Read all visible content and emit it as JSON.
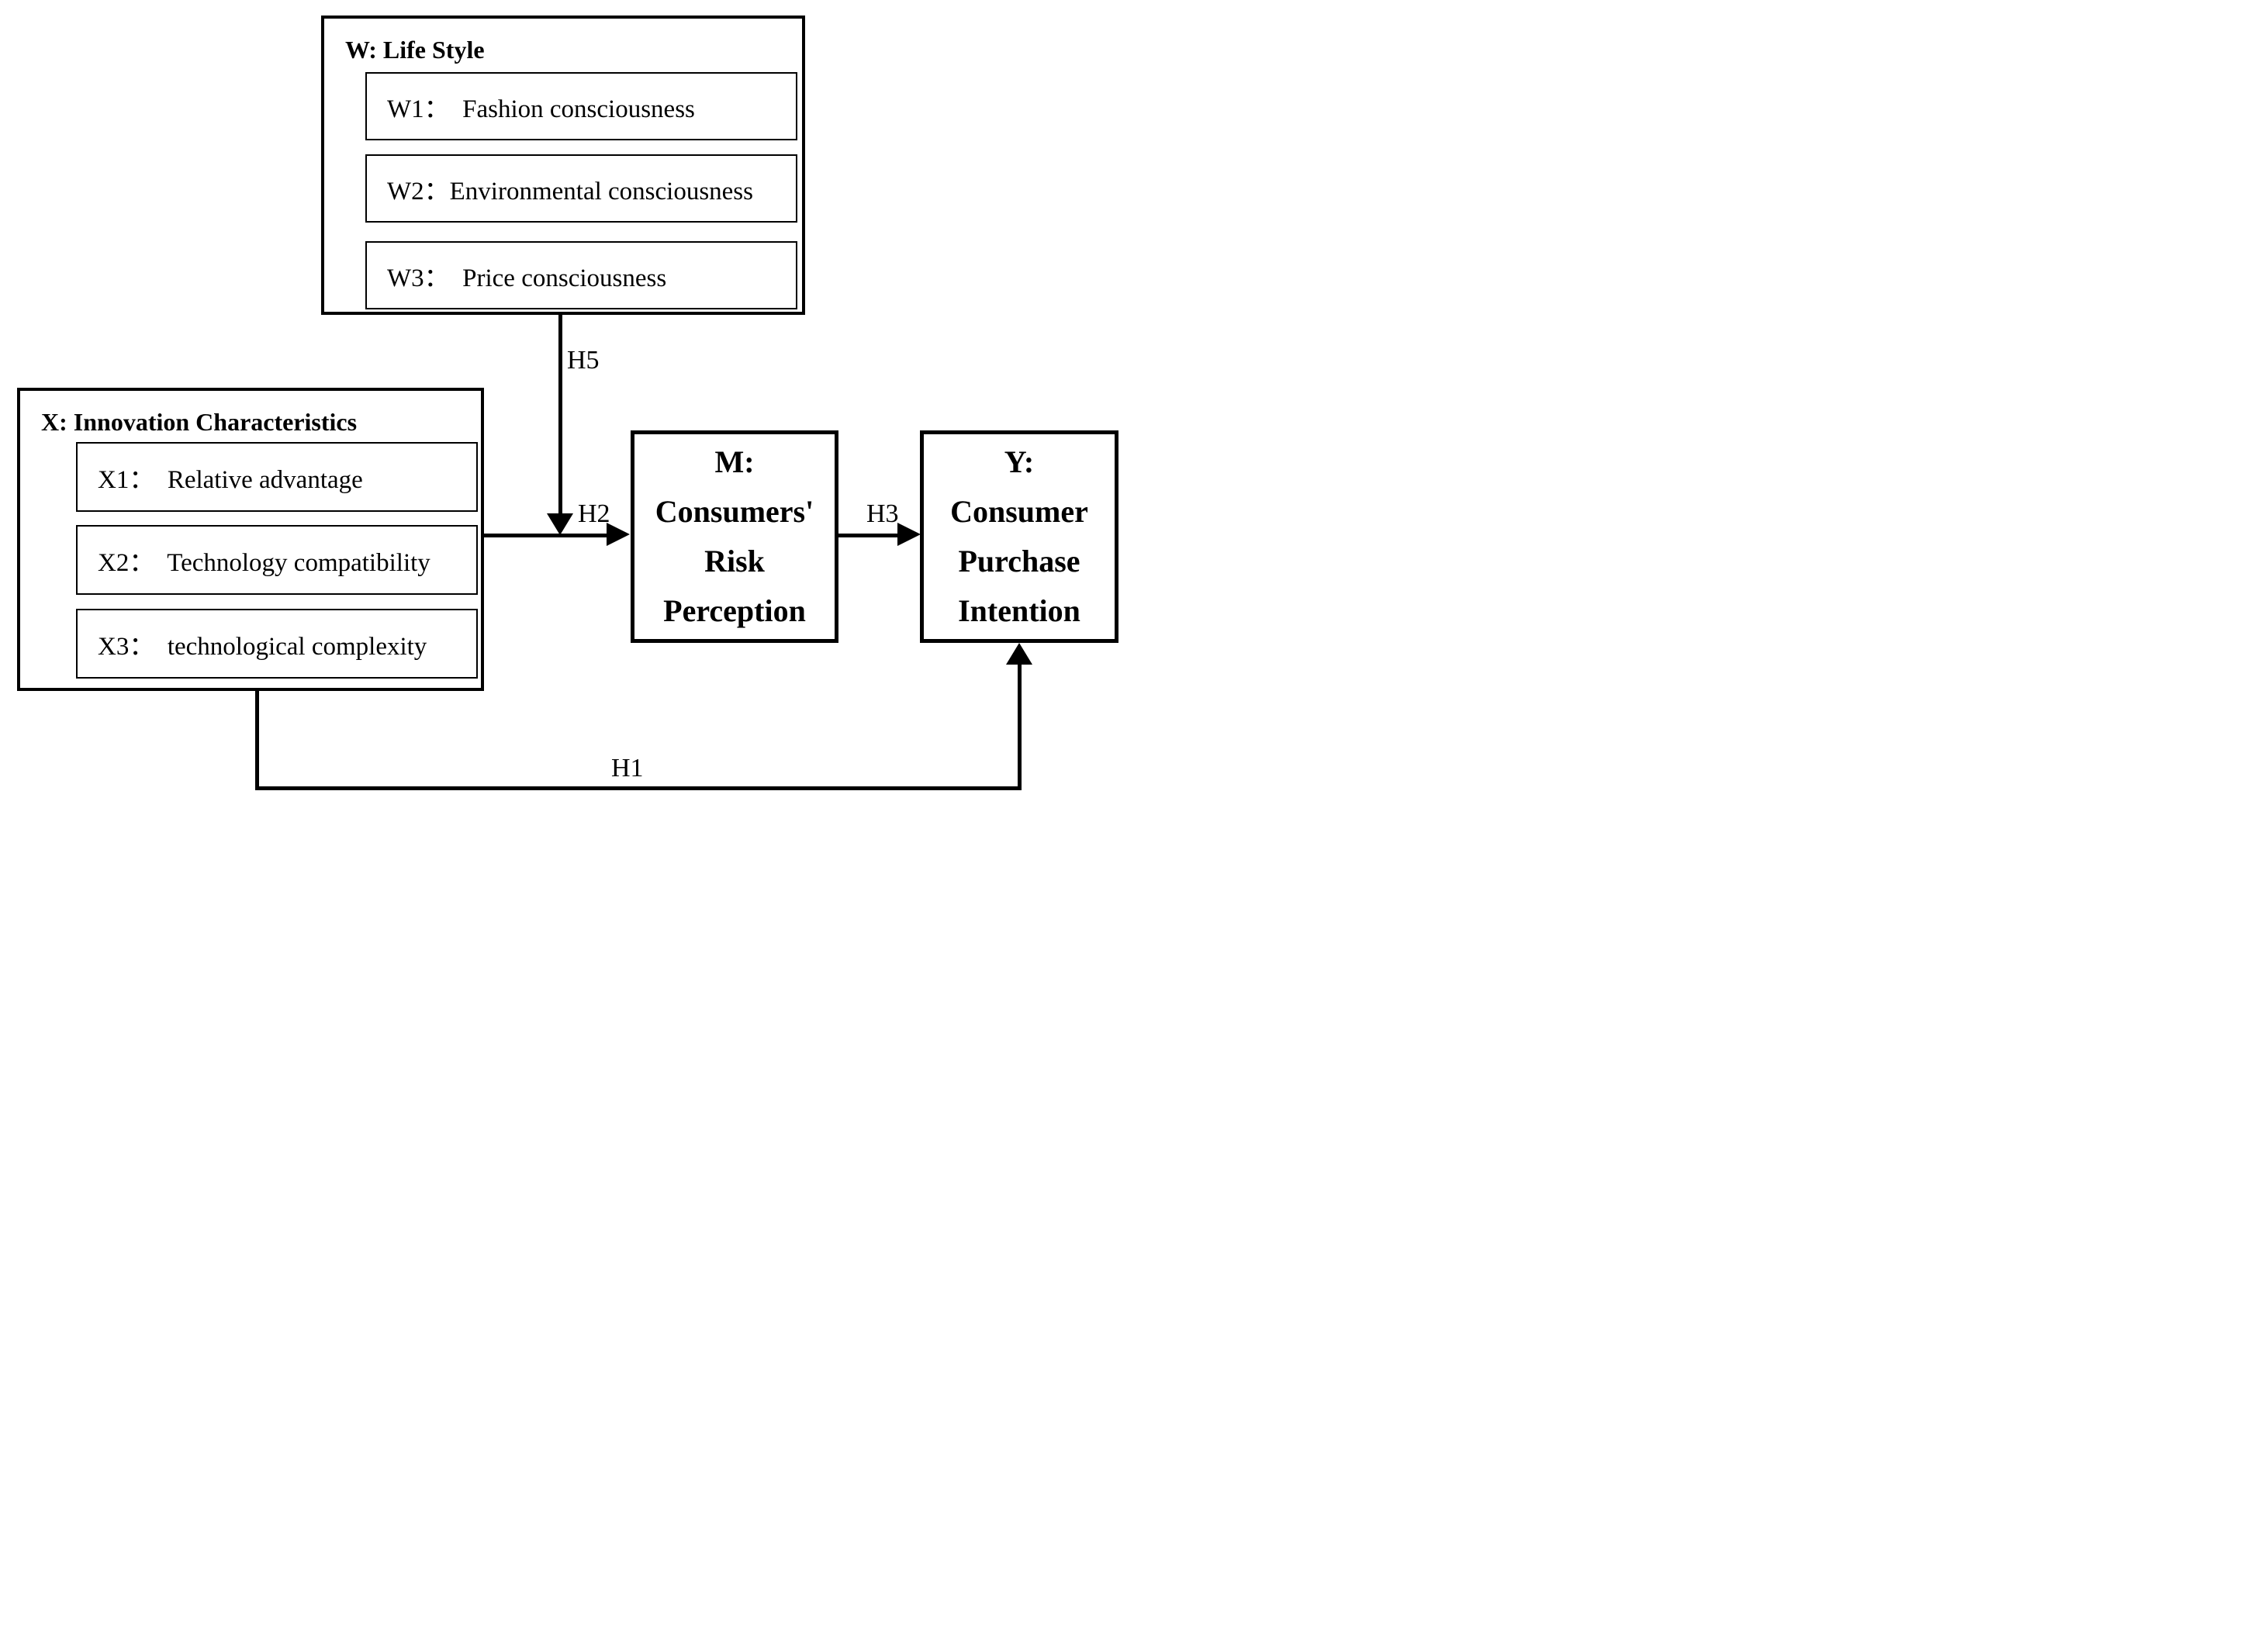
{
  "diagram": {
    "colors": {
      "line": "#000000",
      "background": "#ffffff",
      "text": "#000000"
    },
    "groups": {
      "w": {
        "title": "W: Life Style",
        "items": [
          {
            "id": "W1",
            "label": "W1：  Fashion consciousness"
          },
          {
            "id": "W2",
            "label": "W2：Environmental consciousness"
          },
          {
            "id": "W3",
            "label": "W3：  Price consciousness"
          }
        ]
      },
      "x": {
        "title": "X: Innovation Characteristics",
        "items": [
          {
            "id": "X1",
            "label": "X1：  Relative advantage"
          },
          {
            "id": "X2",
            "label": "X2：  Technology compatibility"
          },
          {
            "id": "X3",
            "label": "X3：  technological complexity"
          }
        ]
      }
    },
    "nodes": {
      "m": {
        "lines": [
          "M:",
          "Consumers'",
          "Risk",
          "Perception"
        ]
      },
      "y": {
        "lines": [
          "Y:",
          "Consumer",
          "Purchase",
          "Intention"
        ]
      }
    },
    "arrows": {
      "h1": {
        "label": "H1",
        "from": "x",
        "to": "y"
      },
      "h2": {
        "label": "H2",
        "from": "x",
        "to": "m"
      },
      "h3": {
        "label": "H3",
        "from": "m",
        "to": "y"
      },
      "h5": {
        "label": "H5",
        "from": "w",
        "to": "x-m-path"
      }
    }
  }
}
